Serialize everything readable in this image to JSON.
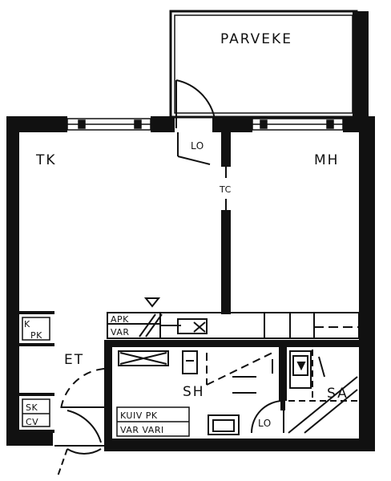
{
  "colors": {
    "ink": "#111111",
    "paper": "#ffffff"
  },
  "rooms": {
    "parveke": "PARVEKE",
    "tk": "TK",
    "mh": "MH",
    "et": "ET",
    "sh": "SH",
    "sa": "SA"
  },
  "fixtures": {
    "lo_top": "LO",
    "lo_bottom": "LO",
    "tc": "TC",
    "k": "K",
    "pk": "PK",
    "apk": "APK",
    "var_upper": "VAR",
    "sk": "SK",
    "cv": "CV",
    "kuiv_pk": "KUIV PK",
    "var_vari": "VAR VARI"
  }
}
